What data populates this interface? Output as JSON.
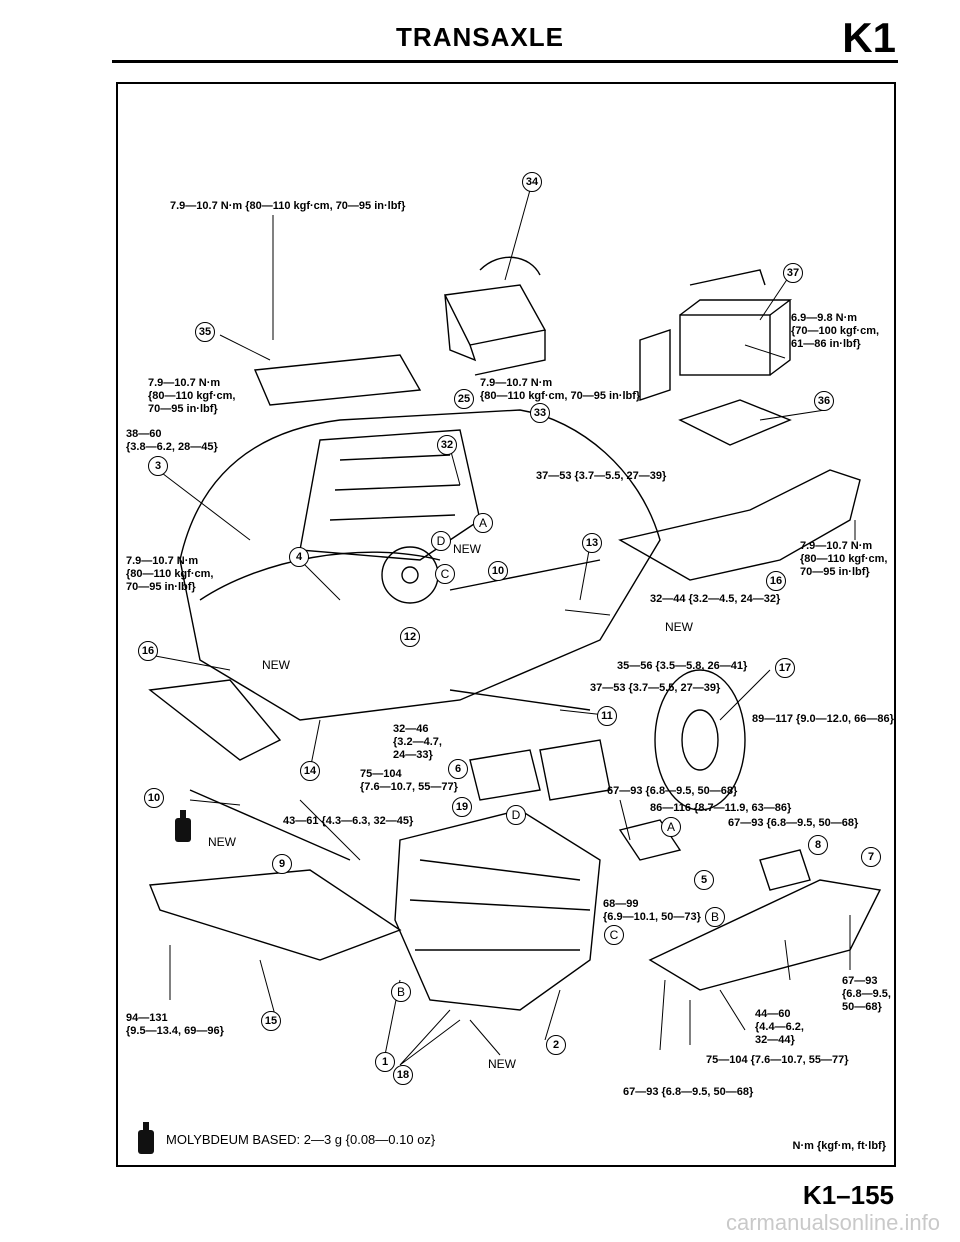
{
  "header": {
    "title": "TRANSAXLE",
    "section": "K1"
  },
  "footer": {
    "note": "MOLYBDEUM BASED: 2—3 g {0.08—0.10 oz}",
    "units": "N·m {kgf·m, ft·lbf}",
    "page_number": "K1–155",
    "watermark": "carmanualsonline.info"
  },
  "callouts": [
    "34",
    "37",
    "35",
    "25",
    "33",
    "36",
    "32",
    "3",
    "13",
    "4",
    "16",
    "10",
    "12",
    "16",
    "17",
    "11",
    "14",
    "6",
    "10",
    "19",
    "9",
    "8",
    "7",
    "5",
    "15",
    "2",
    "1",
    "18"
  ],
  "letters": [
    "A",
    "D",
    "C",
    "A",
    "D",
    "B",
    "C",
    "B"
  ],
  "torque_labels": {
    "t1": "7.9—10.7 N·m {80—110 kgf·cm, 70—95 in·lbf}",
    "t2": "6.9—9.8 N·m\n{70—100 kgf·cm,\n61—86 in·lbf}",
    "t3": "7.9—10.7 N·m\n{80—110 kgf·cm,\n70—95 in·lbf}",
    "t4": "7.9—10.7 N·m\n{80—110 kgf·cm, 70—95 in·lbf}",
    "t5": "38—60\n{3.8—6.2, 28—45}",
    "t6": "37—53 {3.7—5.5, 27—39}",
    "t7": "7.9—10.7 N·m\n{80—110 kgf·cm,\n70—95 in·lbf}",
    "t8": "7.9—10.7 N·m\n{80—110 kgf·cm,\n70—95 in·lbf}",
    "t9": "32—44 {3.2—4.5, 24—32}",
    "t10": "35—56 {3.5—5.8, 26—41}",
    "t11": "37—53 {3.7—5.5, 27—39}",
    "t12": "89—117 {9.0—12.0, 66—86}",
    "t13": "32—46\n{3.2—4.7,\n24—33}",
    "t14": "75—104\n{7.6—10.7, 55—77}",
    "t15": "67—93 {6.8—9.5, 50—68}",
    "t16": "86—116 {8.7—11.9, 63—86}",
    "t17": "67—93 {6.8—9.5, 50—68}",
    "t18": "43—61 {4.3—6.3, 32—45}",
    "t19": "68—99\n{6.9—10.1, 50—73}",
    "t20": "67—93\n{6.8—9.5,\n50—68}",
    "t21": "44—60\n{4.4—6.2,\n32—44}",
    "t22": "94—131\n{9.5—13.4, 69—96}",
    "t23": "75—104 {7.6—10.7, 55—77}",
    "t24": "67—93 {6.8—9.5, 50—68}"
  },
  "new_labels": [
    "NEW",
    "NEW",
    "NEW",
    "NEW",
    "NEW"
  ]
}
